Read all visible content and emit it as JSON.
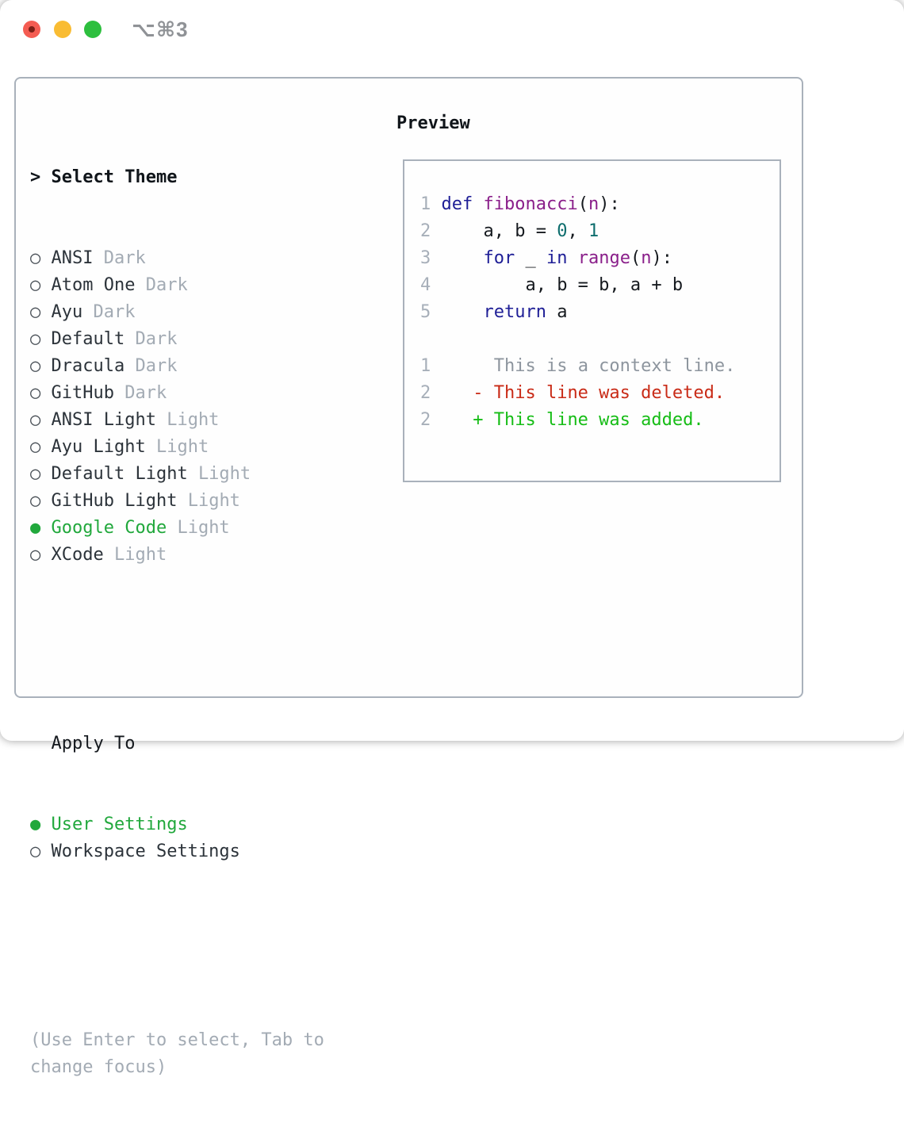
{
  "titlebar": {
    "shortcut": "⌥⌘3",
    "buttons": [
      "close",
      "minimize",
      "zoom"
    ]
  },
  "theme_selector": {
    "prompt": ">",
    "title": "Select Theme",
    "items": [
      {
        "name": "ANSI",
        "variant": "Dark",
        "selected": false
      },
      {
        "name": "Atom One",
        "variant": "Dark",
        "selected": false
      },
      {
        "name": "Ayu",
        "variant": "Dark",
        "selected": false
      },
      {
        "name": "Default",
        "variant": "Dark",
        "selected": false
      },
      {
        "name": "Dracula",
        "variant": "Dark",
        "selected": false
      },
      {
        "name": "GitHub",
        "variant": "Dark",
        "selected": false
      },
      {
        "name": "ANSI Light",
        "variant": "Light",
        "selected": false
      },
      {
        "name": "Ayu Light",
        "variant": "Light",
        "selected": false
      },
      {
        "name": "Default Light",
        "variant": "Light",
        "selected": false
      },
      {
        "name": "GitHub Light",
        "variant": "Light",
        "selected": false
      },
      {
        "name": "Google Code",
        "variant": "Light",
        "selected": true
      },
      {
        "name": "XCode",
        "variant": "Light",
        "selected": false
      }
    ]
  },
  "apply_to": {
    "title": "Apply To",
    "options": [
      {
        "name": "User Settings",
        "selected": true
      },
      {
        "name": "Workspace Settings",
        "selected": false
      }
    ]
  },
  "help_lines": [
    "(Use Enter to select, Tab to",
    "change focus)"
  ],
  "preview": {
    "title": "Preview",
    "lines": [
      [
        {
          "t": "1 ",
          "c": "ln"
        },
        {
          "t": "def",
          "c": "kw"
        },
        {
          "t": " ",
          "c": "pl"
        },
        {
          "t": "fibonacci",
          "c": "fn"
        },
        {
          "t": "(",
          "c": "pl"
        },
        {
          "t": "n",
          "c": "fn"
        },
        {
          "t": "):",
          "c": "pl"
        }
      ],
      [
        {
          "t": "2 ",
          "c": "ln"
        },
        {
          "t": "    a, b = ",
          "c": "pl"
        },
        {
          "t": "0",
          "c": "num"
        },
        {
          "t": ", ",
          "c": "pl"
        },
        {
          "t": "1",
          "c": "num"
        }
      ],
      [
        {
          "t": "3 ",
          "c": "ln"
        },
        {
          "t": "    ",
          "c": "pl"
        },
        {
          "t": "for",
          "c": "kw"
        },
        {
          "t": " _ ",
          "c": "pl"
        },
        {
          "t": "in",
          "c": "kw"
        },
        {
          "t": " ",
          "c": "pl"
        },
        {
          "t": "range",
          "c": "fn"
        },
        {
          "t": "(",
          "c": "pl"
        },
        {
          "t": "n",
          "c": "fn"
        },
        {
          "t": "):",
          "c": "pl"
        }
      ],
      [
        {
          "t": "4 ",
          "c": "ln"
        },
        {
          "t": "        a, b = b, a + b",
          "c": "pl"
        }
      ],
      [
        {
          "t": "5 ",
          "c": "ln"
        },
        {
          "t": "    ",
          "c": "pl"
        },
        {
          "t": "return",
          "c": "kw"
        },
        {
          "t": " a",
          "c": "pl"
        }
      ],
      [],
      [
        {
          "t": "1",
          "c": "ln"
        },
        {
          "t": "      ",
          "c": "pl"
        },
        {
          "t": "This is a context line.",
          "c": "ctx"
        }
      ],
      [
        {
          "t": "2",
          "c": "ln"
        },
        {
          "t": "    ",
          "c": "pl"
        },
        {
          "t": "- This line was deleted.",
          "c": "del"
        }
      ],
      [
        {
          "t": "2",
          "c": "ln"
        },
        {
          "t": "    ",
          "c": "pl"
        },
        {
          "t": "+ This line was added.",
          "c": "add"
        }
      ]
    ]
  },
  "colors": {
    "accent_green": "#21a83c",
    "muted_gray": "#a3abb4",
    "keyword_blue": "#1e1e96",
    "function_purple": "#8a1f8a",
    "number_teal": "#0d6d6d",
    "context_gray": "#8d959e",
    "deleted_red": "#c92b17",
    "added_green": "#16bd16",
    "border_gray": "#a9b1bb",
    "traffic_red": "#f45c52",
    "traffic_yellow": "#f9bc33",
    "traffic_green": "#2dbf3e"
  }
}
